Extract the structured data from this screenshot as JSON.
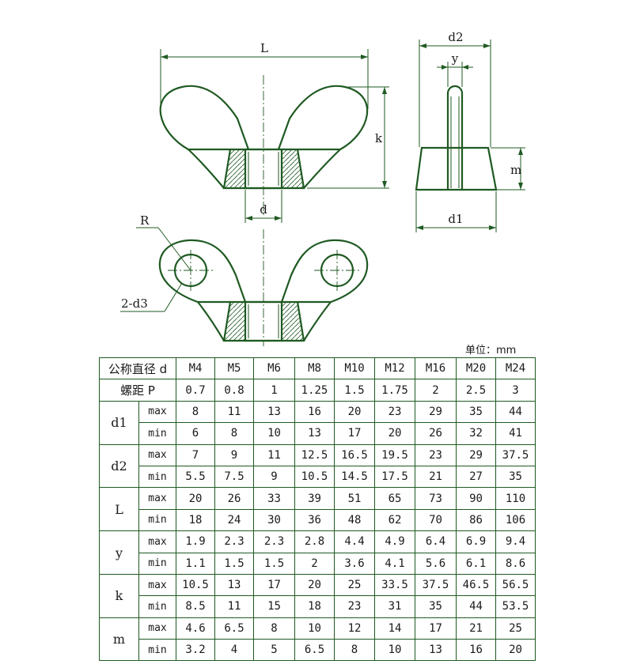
{
  "unit_label": "单位：mm",
  "dimension_labels": {
    "L": "L",
    "k": "k",
    "d": "d",
    "d2": "d2",
    "y": "y",
    "m": "m",
    "d1": "d1",
    "R": "R",
    "d3": "2-d3"
  },
  "table": {
    "nominal_label": "公称直径 d",
    "pitch_label": "螺距  P",
    "sizes": [
      "M4",
      "M5",
      "M6",
      "M8",
      "M10",
      "M12",
      "M16",
      "M20",
      "M24"
    ],
    "pitch": [
      "0.7",
      "0.8",
      "1",
      "1.25",
      "1.5",
      "1.75",
      "2",
      "2.5",
      "3"
    ],
    "params": [
      {
        "name": "d1",
        "rows": [
          {
            "label": "max",
            "values": [
              "8",
              "11",
              "13",
              "16",
              "20",
              "23",
              "29",
              "35",
              "44"
            ]
          },
          {
            "label": "min",
            "values": [
              "6",
              "8",
              "10",
              "13",
              "17",
              "20",
              "26",
              "32",
              "41"
            ]
          }
        ]
      },
      {
        "name": "d2",
        "rows": [
          {
            "label": "max",
            "values": [
              "7",
              "9",
              "11",
              "12.5",
              "16.5",
              "19.5",
              "23",
              "29",
              "37.5"
            ]
          },
          {
            "label": "min",
            "values": [
              "5.5",
              "7.5",
              "9",
              "10.5",
              "14.5",
              "17.5",
              "21",
              "27",
              "35"
            ]
          }
        ]
      },
      {
        "name": "L",
        "rows": [
          {
            "label": "max",
            "values": [
              "20",
              "26",
              "33",
              "39",
              "51",
              "65",
              "73",
              "90",
              "110"
            ]
          },
          {
            "label": "min",
            "values": [
              "18",
              "24",
              "30",
              "36",
              "48",
              "62",
              "70",
              "86",
              "106"
            ]
          }
        ]
      },
      {
        "name": "y",
        "rows": [
          {
            "label": "max",
            "values": [
              "1.9",
              "2.3",
              "2.3",
              "2.8",
              "4.4",
              "4.9",
              "6.4",
              "6.9",
              "9.4"
            ]
          },
          {
            "label": "min",
            "values": [
              "1.1",
              "1.5",
              "1.5",
              "2",
              "3.6",
              "4.1",
              "5.6",
              "6.1",
              "8.6"
            ]
          }
        ]
      },
      {
        "name": "k",
        "rows": [
          {
            "label": "max",
            "values": [
              "10.5",
              "13",
              "17",
              "20",
              "25",
              "33.5",
              "37.5",
              "46.5",
              "56.5"
            ]
          },
          {
            "label": "min",
            "values": [
              "8.5",
              "11",
              "15",
              "18",
              "23",
              "31",
              "35",
              "44",
              "53.5"
            ]
          }
        ]
      },
      {
        "name": "m",
        "rows": [
          {
            "label": "max",
            "values": [
              "4.6",
              "6.5",
              "8",
              "10",
              "12",
              "14",
              "17",
              "21",
              "25"
            ]
          },
          {
            "label": "min",
            "values": [
              "3.2",
              "4",
              "5",
              "6.5",
              "8",
              "10",
              "13",
              "16",
              "20"
            ]
          }
        ]
      }
    ]
  }
}
